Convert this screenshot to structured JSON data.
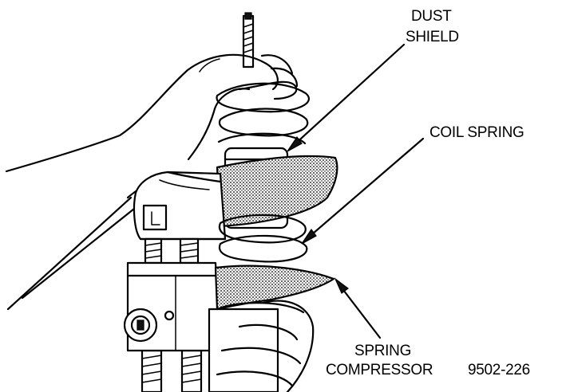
{
  "labels": {
    "dust_shield_line1": "DUST",
    "dust_shield_line2": "SHIELD",
    "coil_spring": "COIL SPRING",
    "spring_compressor_line1": "SPRING",
    "spring_compressor_line2": "COMPRESSOR",
    "figure_number": "9502-226"
  },
  "colors": {
    "ink": "#000000",
    "paper": "#ffffff"
  }
}
